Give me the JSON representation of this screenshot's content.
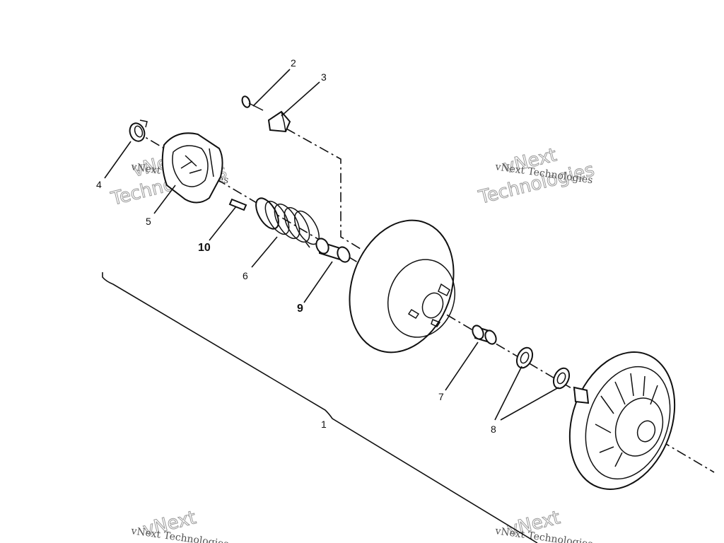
{
  "callouts": {
    "c1": "1",
    "c2": "2",
    "c3": "3",
    "c4": "4",
    "c5": "5",
    "c6": "6",
    "c7": "7",
    "c8": "8",
    "c9": "9",
    "c10": "10"
  },
  "watermark": {
    "brand": "vNext",
    "company": "vNext Technologies",
    "word": "Technologies"
  }
}
